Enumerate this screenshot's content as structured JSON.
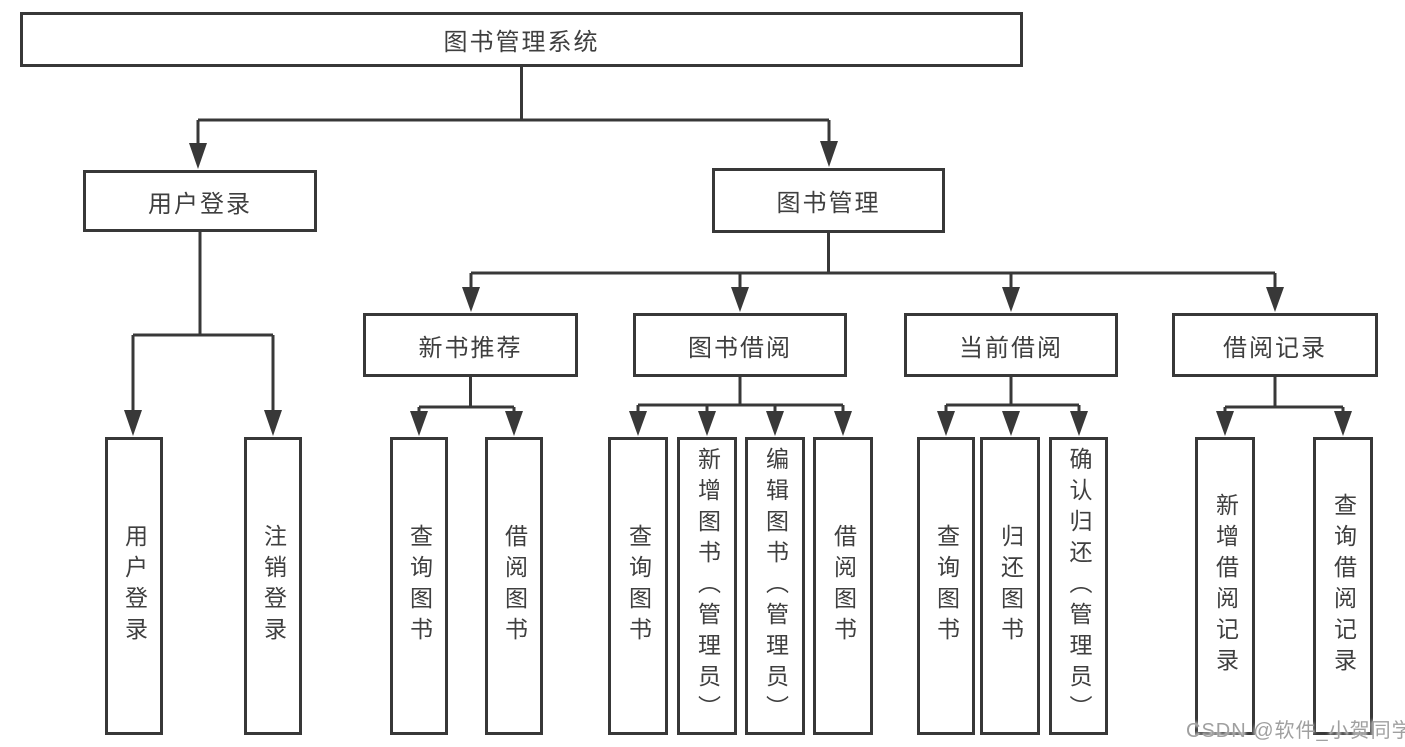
{
  "tree": {
    "root": {
      "label": "图书管理系统",
      "children": [
        {
          "label": "用户登录",
          "children": [
            {
              "label": "用户登录"
            },
            {
              "label": "注销登录"
            }
          ]
        },
        {
          "label": "图书管理",
          "children": [
            {
              "label": "新书推荐",
              "children": [
                {
                  "label": "查询图书"
                },
                {
                  "label": "借阅图书"
                }
              ]
            },
            {
              "label": "图书借阅",
              "children": [
                {
                  "label": "查询图书"
                },
                {
                  "label": "新增图书（管理员）"
                },
                {
                  "label": "编辑图书（管理员）"
                },
                {
                  "label": "借阅图书"
                }
              ]
            },
            {
              "label": "当前借阅",
              "children": [
                {
                  "label": "查询图书"
                },
                {
                  "label": "归还图书"
                },
                {
                  "label": "确认归还（管理员）"
                }
              ]
            },
            {
              "label": "借阅记录",
              "children": [
                {
                  "label": "新增借阅记录"
                },
                {
                  "label": "查询借阅记录"
                }
              ]
            }
          ]
        }
      ]
    }
  },
  "watermark": "CSDN @软件_小贺同学",
  "colors": {
    "line": "#383838",
    "text": "#3f3f3f",
    "watermark": "#a0a0a0",
    "background": "#ffffff"
  }
}
